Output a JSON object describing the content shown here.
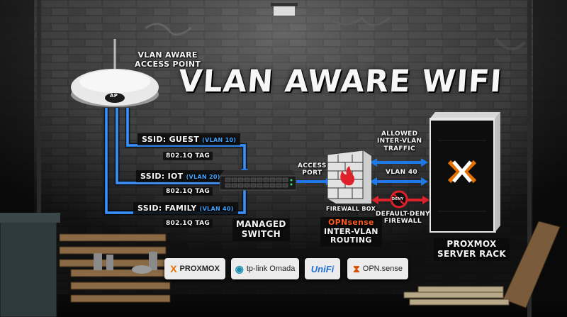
{
  "title": "VLAN AWARE WIFI",
  "access_point": {
    "label_line1": "VLAN AWARE",
    "label_line2": "ACCESS POINT",
    "badge": "AP"
  },
  "ssids": [
    {
      "name": "SSID: GUEST",
      "vlan": "(VLAN 10)",
      "tag": "802.1Q TAG"
    },
    {
      "name": "SSID: IOT",
      "vlan": "(VLAN 20)",
      "tag": "802.1Q TAG"
    },
    {
      "name": "SSID: FAMILY",
      "vlan": "(VLAN 40)",
      "tag": "802.1Q TAG"
    }
  ],
  "switch": {
    "label_line1": "MANAGED",
    "label_line2": "SWITCH"
  },
  "access_port": {
    "line1": "ACCESS",
    "line2": "PORT"
  },
  "firewall": {
    "box_label": "FIREWALL BOX",
    "brand": "OPNsense",
    "line2": "INTER-VLAN",
    "line3": "ROUTING"
  },
  "traffic": {
    "allowed_line1": "ALLOWED",
    "allowed_line2": "INTER-VLAN",
    "allowed_line3": "TRAFFIC",
    "vlan40": "VLAN 40",
    "deny_icon": "DENY",
    "deny_line1": "DEFAULT-DENY",
    "deny_line2": "FIREWALL"
  },
  "server": {
    "label_line1": "PROXMOX",
    "label_line2": "SERVER RACK",
    "logo_icon": "proxmox-x-icon"
  },
  "logos": [
    {
      "icon": "X",
      "text": "PROXMOX",
      "icon_color": "#e57000"
    },
    {
      "icon": "◉",
      "text": "tp-link Omada",
      "icon_color": "#1b8fb0"
    },
    {
      "icon": "",
      "text": "UniFi",
      "icon_color": "#1f6fd6"
    },
    {
      "icon": "⧗",
      "text": "OPN.sense",
      "icon_color": "#d94f00"
    }
  ],
  "colors": {
    "link_blue": "#1e78e6",
    "deny_red": "#e0202a",
    "proxmox_orange": "#e57000",
    "opnsense_orange": "#ff5a1f"
  }
}
